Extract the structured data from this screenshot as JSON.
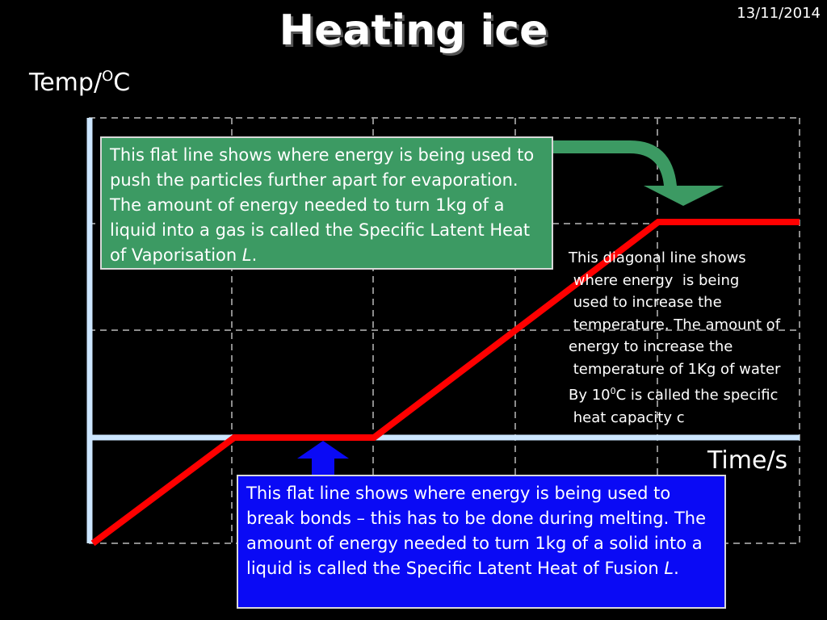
{
  "slide": {
    "date": "13/11/2014",
    "title": "Heating ice"
  },
  "axes": {
    "y_label": "Temp/",
    "y_label_sup": "O",
    "y_label_unit": "C",
    "x_label": "Time/s"
  },
  "annotations": {
    "vaporisation": {
      "text": "This flat line shows where energy is being used to push the particles further apart for evaporation.  The amount of energy needed to turn 1kg of a liquid into a gas is called the Specific Latent Heat of Vaporisation ",
      "symbol": "L",
      "end": "."
    },
    "fusion": {
      "text": "This flat line shows where energy is being used to break bonds – this has to be done during melting.  The amount of energy needed to turn 1kg of a solid into a liquid is called the Specific Latent Heat of Fusion ",
      "symbol": "L",
      "end": "."
    },
    "heat_capacity": {
      "line1": "This diagonal line shows",
      "line2": " where energy  is being",
      "line3": " used to increase the",
      "line4": " temperature. The amount of",
      "line5": "energy to increase the",
      "line6": " temperature of 1Kg of water",
      "line7a": "By 10",
      "line7sup": "0",
      "line7b": "C is called the specific",
      "line8": " heat capacity c"
    }
  },
  "colors": {
    "curve": "#ff0000",
    "axes": "#cce6ff",
    "grid": "#8c8c8c",
    "green_box": "#3c9a63",
    "blue_box": "#0a0af5"
  }
}
